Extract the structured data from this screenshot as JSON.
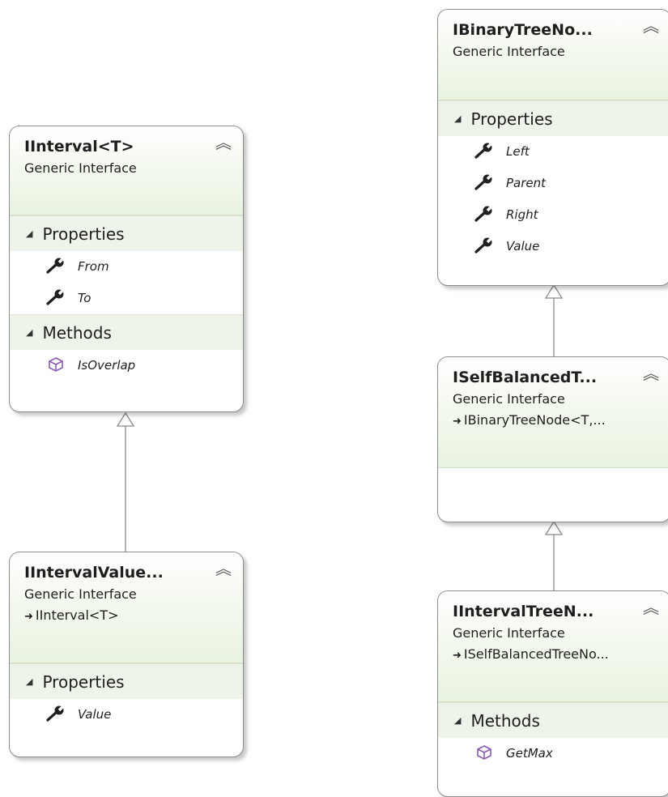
{
  "boxes": {
    "interval": {
      "title": "IInterval<T>",
      "subtitle": "Generic Interface",
      "sections": [
        {
          "label": "Properties",
          "members": [
            "From",
            "To"
          ]
        },
        {
          "label": "Methods",
          "members": [
            "IsOverlap"
          ]
        }
      ]
    },
    "interval_value": {
      "title": "IIntervalValue...",
      "subtitle": "Generic Interface",
      "inherits": "IInterval<T>",
      "sections": [
        {
          "label": "Properties",
          "members": [
            "Value"
          ]
        }
      ]
    },
    "binary_tree_node": {
      "title": "IBinaryTreeNo...",
      "subtitle": "Generic Interface",
      "sections": [
        {
          "label": "Properties",
          "members": [
            "Left",
            "Parent",
            "Right",
            "Value"
          ]
        }
      ]
    },
    "self_balanced": {
      "title": "ISelfBalancedT...",
      "subtitle": "Generic Interface",
      "inherits": "IBinaryTreeNode<T,..."
    },
    "interval_tree_node": {
      "title": "IIntervalTreeN...",
      "subtitle": "Generic Interface",
      "inherits": "ISelfBalancedTreeNo...",
      "sections": [
        {
          "label": "Methods",
          "members": [
            "GetMax"
          ]
        }
      ]
    }
  },
  "icons": {
    "collapse": "double-chevron-up-icon",
    "expanded": "triangle-down-icon",
    "property": "wrench-icon",
    "method": "cube-icon",
    "inherits": "arrow-right-icon"
  },
  "colors": {
    "header_green": "#e9f3e1",
    "section_green": "#eef4ea",
    "method_purple": "#8a5bb4",
    "border": "#8c8c8c"
  }
}
